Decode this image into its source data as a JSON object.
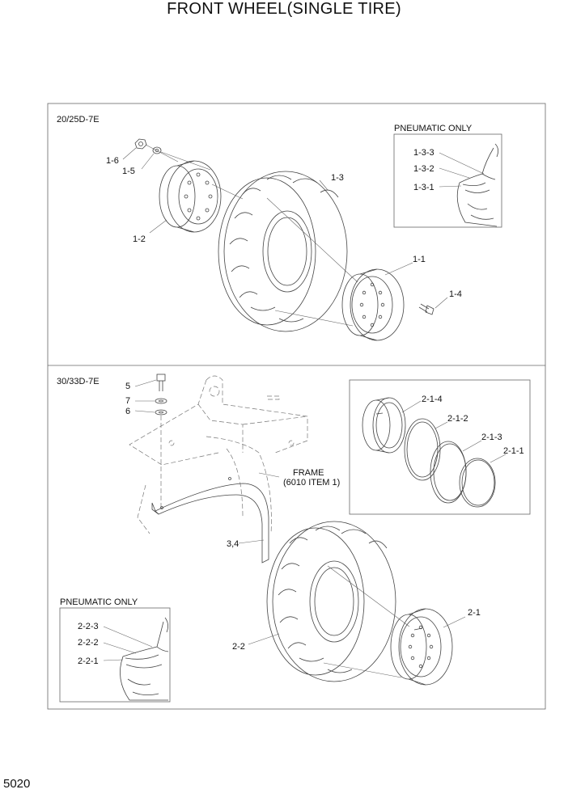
{
  "title": "FRONT WHEEL(SINGLE TIRE)",
  "page_number": "5020",
  "panels": {
    "top": {
      "model": "20/25D-7E",
      "inset_title": "PNEUMATIC ONLY",
      "labels": [
        "1-6",
        "1-5",
        "1-3",
        "1-2",
        "1-1",
        "1-4",
        "1-3-3",
        "1-3-2",
        "1-3-1"
      ]
    },
    "bottom": {
      "model": "30/33D-7E",
      "inset_title": "PNEUMATIC ONLY",
      "frame_note": [
        "FRAME",
        "(6010 ITEM 1)"
      ],
      "labels": [
        "5",
        "7",
        "6",
        "3,4",
        "2-2",
        "2-1",
        "2-1-4",
        "2-1-2",
        "2-1-3",
        "2-1-1",
        "2-2-3",
        "2-2-2",
        "2-2-1"
      ]
    }
  }
}
